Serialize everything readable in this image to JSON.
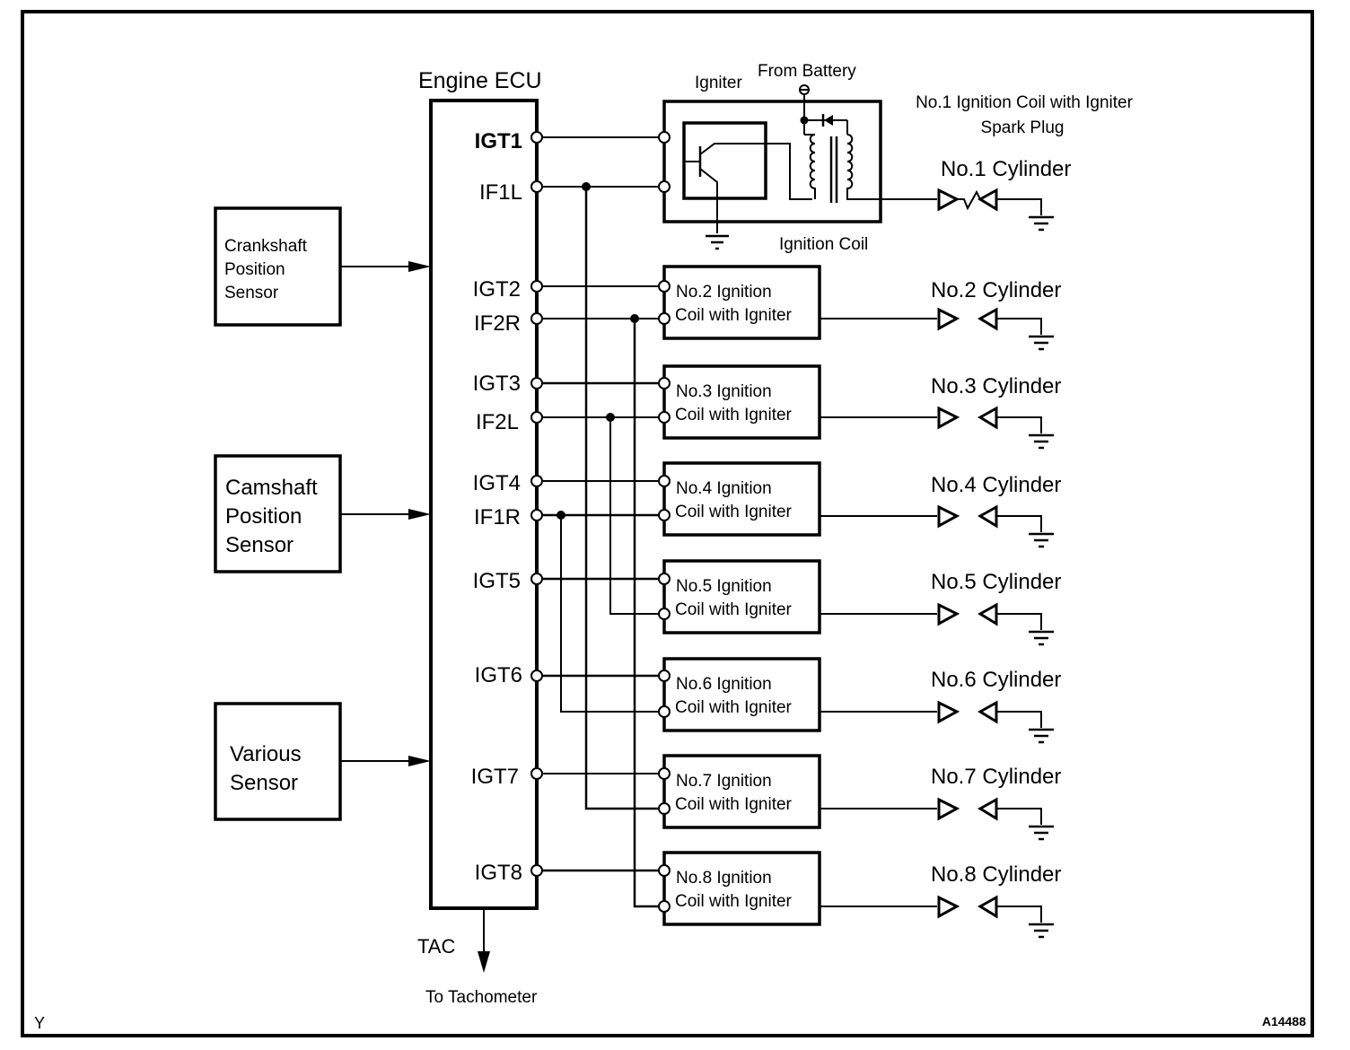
{
  "diagram": {
    "figure_id": "A14488",
    "corner_mark": "Y",
    "ecu": {
      "title": "Engine ECU",
      "terminals": [
        "IGT1",
        "IF1L",
        "IGT2",
        "IF2R",
        "IGT3",
        "IF2L",
        "IGT4",
        "IF1R",
        "IGT5",
        "IGT6",
        "IGT7",
        "IGT8"
      ],
      "output_label": "TAC",
      "output_destination": "To Tachometer"
    },
    "sensors": [
      {
        "label_lines": [
          "Crankshaft",
          "Position",
          "Sensor"
        ]
      },
      {
        "label_lines": [
          "Camshaft",
          "Position",
          "Sensor"
        ]
      },
      {
        "label_lines": [
          "Various",
          "Sensor"
        ]
      }
    ],
    "coil1": {
      "igniter_label": "Igniter",
      "battery_label": "From Battery",
      "coil_label": "Ignition Coil",
      "title_line1": "No.1 Ignition Coil with Igniter",
      "title_line2": "Spark Plug",
      "cylinder": "No.1 Cylinder"
    },
    "coils": [
      {
        "line1": "No.2 Ignition",
        "line2": "Coil with Igniter",
        "cylinder": "No.2 Cylinder",
        "igt": "IGT2",
        "if": "IF2R"
      },
      {
        "line1": "No.3 Ignition",
        "line2": "Coil with Igniter",
        "cylinder": "No.3 Cylinder",
        "igt": "IGT3",
        "if": "IF2L"
      },
      {
        "line1": "No.4 Ignition",
        "line2": "Coil with Igniter",
        "cylinder": "No.4 Cylinder",
        "igt": "IGT4",
        "if": "IF1R"
      },
      {
        "line1": "No.5 Ignition",
        "line2": "Coil with Igniter",
        "cylinder": "No.5 Cylinder",
        "igt": "IGT5",
        "if": "IF2L"
      },
      {
        "line1": "No.6 Ignition",
        "line2": "Coil with Igniter",
        "cylinder": "No.6 Cylinder",
        "igt": "IGT6",
        "if": "IF1R"
      },
      {
        "line1": "No.7 Ignition",
        "line2": "Coil with Igniter",
        "cylinder": "No.7 Cylinder",
        "igt": "IGT7",
        "if": "IF1L"
      },
      {
        "line1": "No.8 Ignition",
        "line2": "Coil with Igniter",
        "cylinder": "No.8 Cylinder",
        "igt": "IGT8",
        "if": "IF2R"
      }
    ]
  }
}
